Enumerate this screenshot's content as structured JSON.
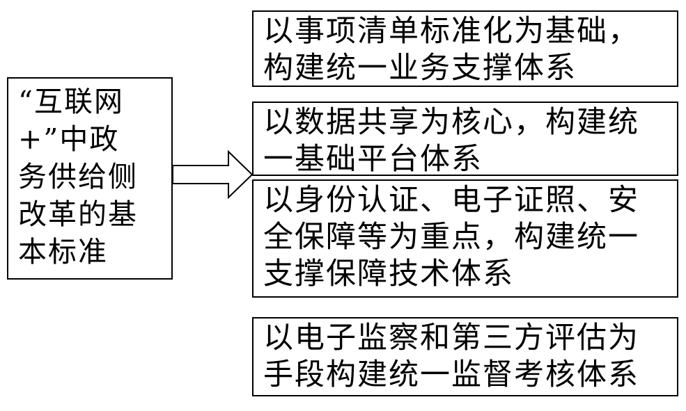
{
  "diagram": {
    "source": {
      "text": "“互联网\n+”中政\n务供给侧\n改革的基\n本标准"
    },
    "targets": [
      {
        "text": "以事项清单标准化为基础，\n构建统一业务支撑体系"
      },
      {
        "text": "以数据共享为核心，构建统\n一基础平台体系"
      },
      {
        "text": "以身份认证、电子证照、安\n全保障等为重点，构建统一\n支撑保障技术体系"
      },
      {
        "text": "以电子监察和第三方评估为\n手段构建统一监督考核体系"
      }
    ],
    "colors": {
      "border": "#000000",
      "background": "#ffffff",
      "text": "#000000"
    },
    "connector_icon": "right-arrow-icon"
  }
}
